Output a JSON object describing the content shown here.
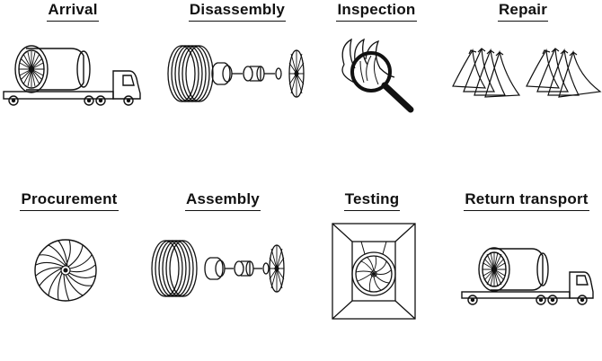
{
  "steps": [
    {
      "label": "Arrival",
      "icon": "truck-with-engine-icon"
    },
    {
      "label": "Disassembly",
      "icon": "exploded-engine-icon"
    },
    {
      "label": "Inspection",
      "icon": "magnifier-blades-icon"
    },
    {
      "label": "Repair",
      "icon": "turbine-blades-icon"
    },
    {
      "label": "Procurement",
      "icon": "fan-disk-icon"
    },
    {
      "label": "Assembly",
      "icon": "exploded-engine-icon"
    },
    {
      "label": "Testing",
      "icon": "test-cell-engine-icon"
    },
    {
      "label": "Return transport",
      "icon": "truck-with-engine-icon"
    }
  ],
  "colors": {
    "line": "#111111",
    "background": "#ffffff"
  }
}
